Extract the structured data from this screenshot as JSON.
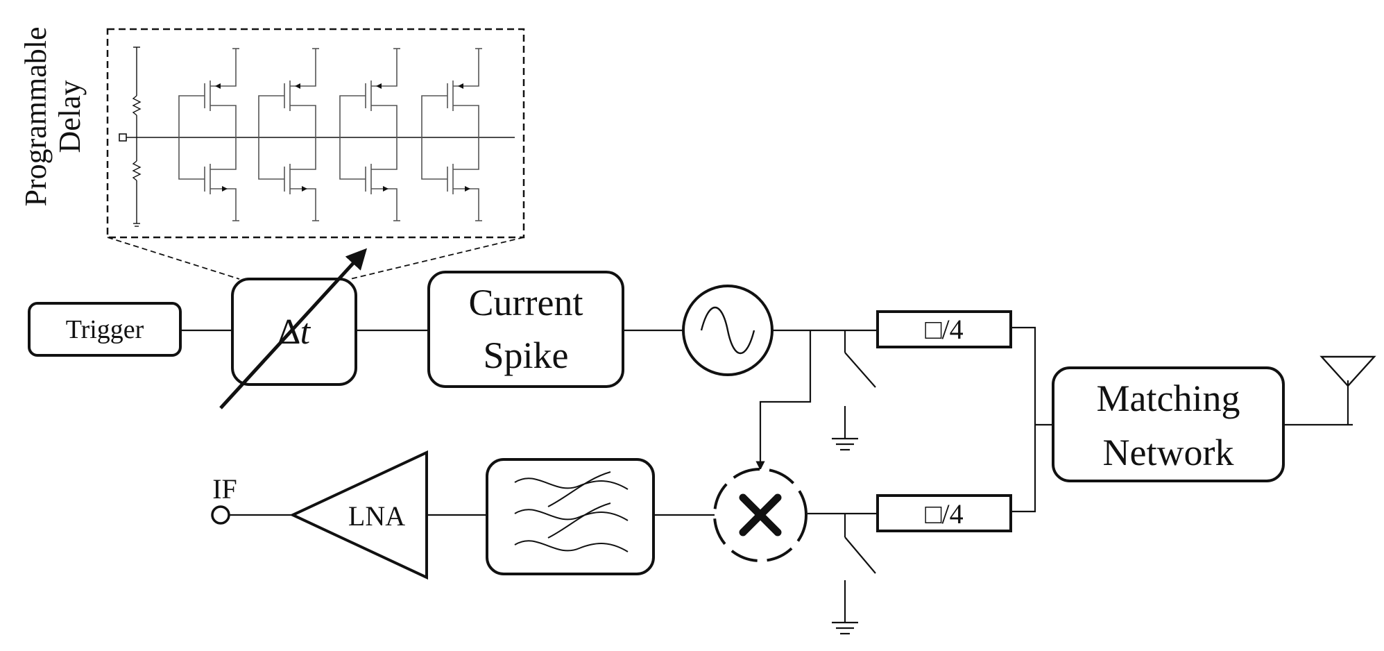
{
  "delay_panel": {
    "title_line1": "Programmable",
    "title_line2": "Delay"
  },
  "blocks": {
    "trigger": "Trigger",
    "delay_symbol": "∆t",
    "current_spike_line1": "Current",
    "current_spike_line2": "Spike",
    "quarter_wave_top": "□/4",
    "quarter_wave_bottom": "□/4",
    "matching_line1": "Matching",
    "matching_line2": "Network",
    "lna": "LNA",
    "if_port": "IF"
  },
  "icons": {
    "oscillator": "sine-wave-icon",
    "mixer": "multiply-icon",
    "filter": "bandpass-filter-icon",
    "antenna": "antenna-icon",
    "ground": "ground-icon",
    "switch": "switch-icon"
  },
  "colors": {
    "ink": "#111111",
    "transistor": "#555555",
    "background": "#ffffff"
  }
}
